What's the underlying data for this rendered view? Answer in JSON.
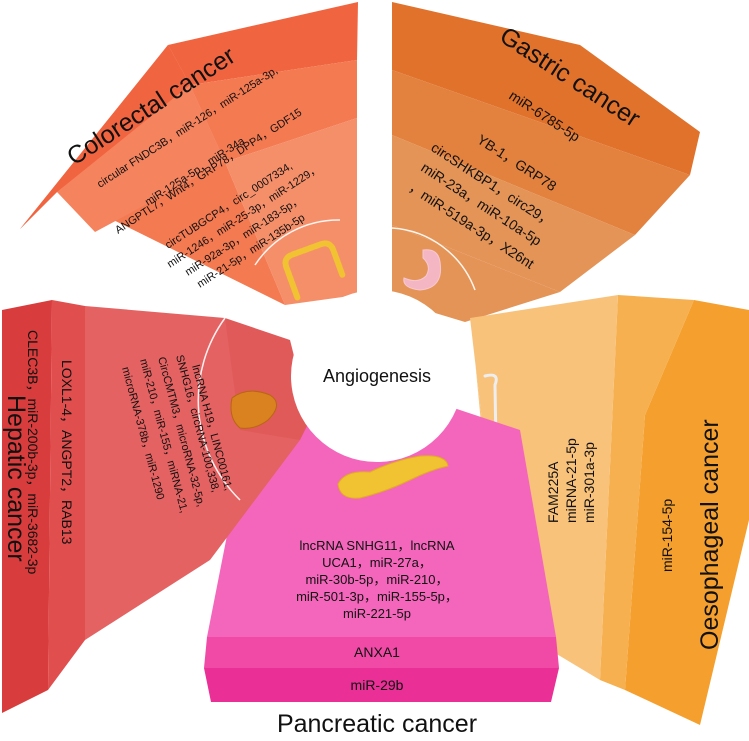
{
  "center_label": "Angiogenesis",
  "sectors": {
    "colorectal": {
      "title": "Colorectal cancer",
      "colors": [
        "#f06440",
        "#f47a52",
        "#f58f6a"
      ],
      "band1": [
        "circular FNDC3B，miR-126，miR-125a-3p,",
        "miR-125a-5p，miR-34a"
      ],
      "band2": [
        "ANGPTL7，Wnt4，GRP78，DPP4，GDF15"
      ],
      "band3": [
        "circTUBGCP4，circ_0007334,",
        "miR-1246，miR-25-3p，miR-1229，",
        "miR-92a-3p，miR-183-5p，",
        "miR-21-5p，miR-135b-5p"
      ],
      "icon": "colon-icon"
    },
    "gastric": {
      "title": "Gastric cancer",
      "colors": [
        "#e0722c",
        "#e2823e",
        "#e49456"
      ],
      "band1": [
        "miR-6785-5p"
      ],
      "band2": [
        "YB-1，GRP78"
      ],
      "band3": [
        "circSHKBP1，circ29，",
        "miR-23a，miR-10a-5p",
        "，miR-519a-3p，X26nt"
      ],
      "icon": "stomach-icon"
    },
    "oesophageal": {
      "title": "Oesophageal cancer",
      "colors": [
        "#f5a02e",
        "#f6b050",
        "#f8c27a"
      ],
      "band1": [
        "miR-154-5p"
      ],
      "band2": [],
      "band3": [
        "FAM225A",
        "miRNA-21-5p",
        "miR-301a-3p"
      ],
      "icon": "esophagus-icon"
    },
    "pancreatic": {
      "title": "Pancreatic cancer",
      "colors": [
        "#ea2f96",
        "#f04aa6",
        "#f466bb"
      ],
      "band1": [
        "miR-29b"
      ],
      "band2": [
        "ANXA1"
      ],
      "band3": [
        "lncRNA SNHG11，lncRNA",
        "UCA1，miR-27a，",
        "miR-30b-5p，miR-210，",
        "miR-501-3p，miR-155-5p，",
        "miR-221-5p"
      ],
      "icon": "pancreas-icon"
    },
    "hepatic": {
      "title": "Hepatic cancer",
      "colors": [
        "#d93c3c",
        "#e04e4e",
        "#e46262"
      ],
      "band1": [
        "CLEC3B，miR-200b-3p，miR-3682-3p"
      ],
      "band2": [
        "LOXL1-4，ANGPT2，RAB13"
      ],
      "band3": [
        "lncRNA H19，LINC00161,",
        "SNHG16，circRNA-100,338,",
        "CircCMTM3，microRNA-32-5p,",
        "miR-210，miR-155，miRNA-21,",
        "microRNA-378b，miR-1290"
      ],
      "icon": "liver-icon"
    }
  }
}
